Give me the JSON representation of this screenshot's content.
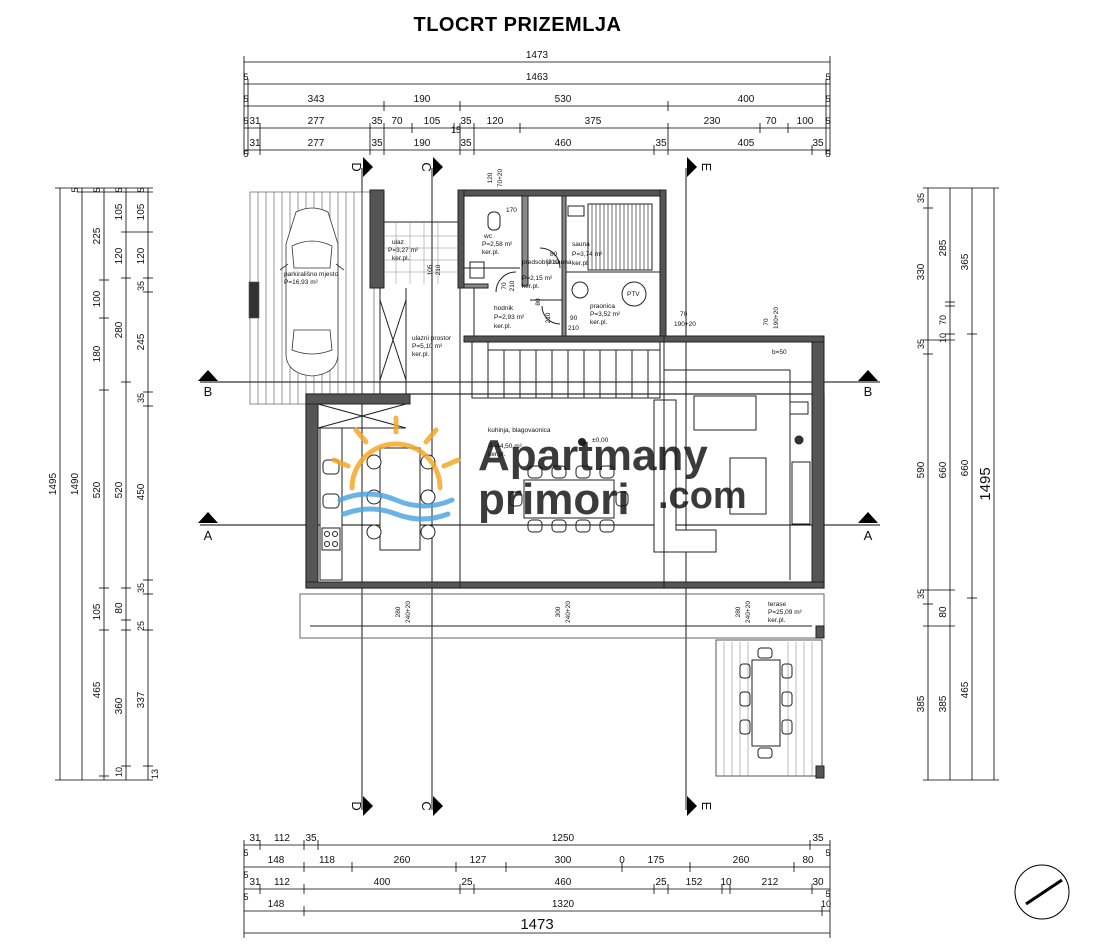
{
  "title": "TLOCRT PRIZEMLJA",
  "watermark": {
    "line1": "Apartmany",
    "line2": "primori",
    "line3": ".com",
    "colors": {
      "text": "#5a5a9a",
      "accent": "#f5a623",
      "waves": "#4aa3df"
    }
  },
  "icons": {
    "compass": "north-arrow-icon",
    "car": "car-icon"
  },
  "top_dims": {
    "row1": [
      "1473"
    ],
    "row2": [
      "5",
      "1463",
      "5"
    ],
    "row3": [
      "5",
      "343",
      "190",
      "530",
      "400",
      "5"
    ],
    "row4": [
      "5",
      "31",
      "277",
      "35",
      "70",
      "105",
      "15",
      "35",
      "120",
      "375",
      "230",
      "70",
      "100",
      "5"
    ],
    "row5": [
      "5",
      "31",
      "277",
      "35",
      "190",
      "35",
      "460",
      "35",
      "405",
      "35",
      "5"
    ]
  },
  "bottom_dims": {
    "row1": [
      "31",
      "112",
      "35",
      "1250",
      "35"
    ],
    "row2": [
      "5",
      "148",
      "118",
      "260",
      "127",
      "300",
      "0",
      "175",
      "260",
      "80",
      "5"
    ],
    "row3": [
      "5",
      "31",
      "112",
      "400",
      "25",
      "460",
      "25",
      "152",
      "10",
      "212",
      "30",
      "5"
    ],
    "row4": [
      "5",
      "148",
      "1320",
      "10"
    ],
    "row5": [
      "1473"
    ]
  },
  "left_dims": {
    "col_total1": "1495",
    "col_total2": "1490",
    "col_a": [
      "225",
      "100",
      "180",
      "520",
      "105",
      "465"
    ],
    "col_b": [
      "105",
      "120",
      "280",
      "520",
      "80",
      "360",
      "10"
    ],
    "col_c": [
      "105",
      "120",
      "35",
      "245",
      "35",
      "450",
      "35",
      "25",
      "337",
      "13"
    ],
    "col_top": [
      "5",
      "5",
      "5",
      "5"
    ]
  },
  "right_dims": {
    "col_total": "1495",
    "col_a": [
      "35",
      "330",
      "35",
      "590",
      "35",
      "385"
    ],
    "col_b": [
      "285",
      "10",
      "70",
      "660",
      "80",
      "385"
    ],
    "col_c": [
      "365",
      "660",
      "465"
    ]
  },
  "sections": {
    "A": "A",
    "B": "B",
    "C": "C",
    "D": "D",
    "E": "E"
  },
  "rooms": [
    {
      "name": "parkirališno mjesto",
      "area": "P=16,93 m²"
    },
    {
      "name": "ulaz",
      "area": "P=3,27 m²",
      "finish": "ker.pl."
    },
    {
      "name": "wc",
      "area": "P=2,58 m²",
      "finish": "ker.pl."
    },
    {
      "name": "sauna",
      "area": "P=3,74 m²",
      "finish": "ker.pl."
    },
    {
      "name": "predsoblje sauna",
      "area": "P=2,15 m²",
      "finish": "ker.pl."
    },
    {
      "name": "praonica",
      "area": "P=3,52 m²",
      "finish": "ker.pl."
    },
    {
      "name": "hodnik",
      "area": "P=2,93 m²",
      "finish": "ker.pl."
    },
    {
      "name": "ulazni prostor",
      "area": "P=5,10 m²",
      "finish": "ker.pl."
    },
    {
      "name": "kuhinja, blagovaonica",
      "area": "P=44,50 m²",
      "finish": "ker.pl."
    },
    {
      "name": "terase",
      "area": "P=25,09 m²",
      "finish": "ker.pl."
    }
  ],
  "openings": [
    "120",
    "70+20",
    "170",
    "80",
    "210",
    "105",
    "210",
    "70",
    "210",
    "80",
    "210",
    "90",
    "210",
    "70",
    "190+20",
    "70",
    "190+20",
    "b=50",
    "280",
    "240+20",
    "300",
    "240+20",
    "280",
    "240+20"
  ],
  "misc": {
    "ptv": "PTV",
    "level": "±0,00"
  }
}
